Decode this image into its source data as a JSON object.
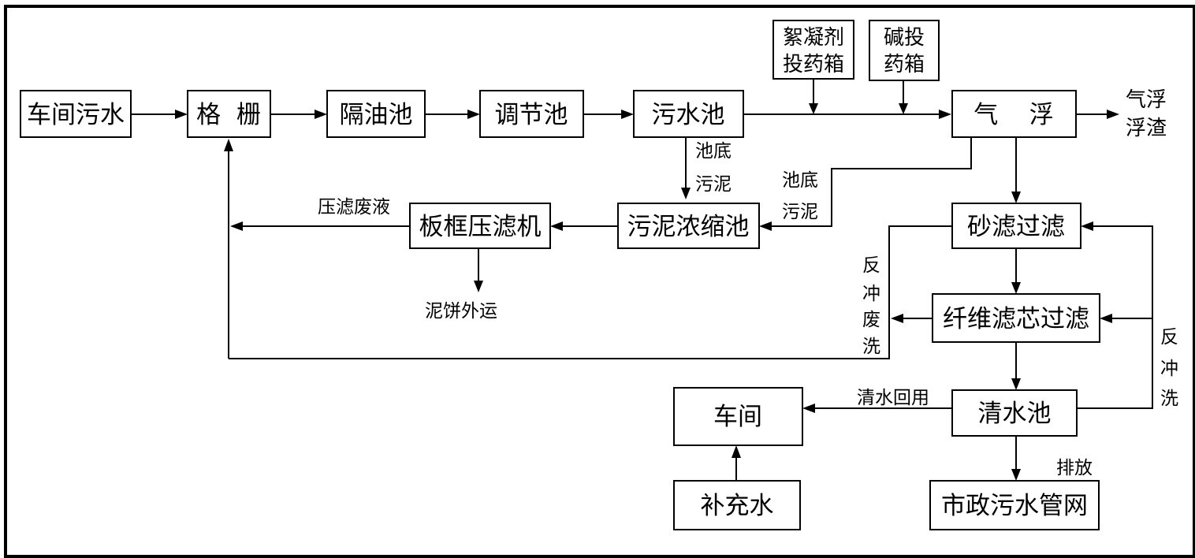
{
  "boxes": {
    "workshop_wastewater": "车间污水",
    "grille": "格  栅",
    "oil_separator": "隔油池",
    "regulating_tank": "调节池",
    "sewage_tank": "污水池",
    "flocculant_box_line1": "絮凝剂",
    "flocculant_box_line2": "投药箱",
    "alkali_box_line1": "碱投",
    "alkali_box_line2": "药箱",
    "air_flotation": "气    浮",
    "filter_press": "板框压滤机",
    "sludge_thickener": "污泥浓缩池",
    "sand_filter": "砂滤过滤",
    "fiber_filter": "纤维滤芯过滤",
    "workshop": "车间",
    "clear_water_tank": "清水池",
    "makeup_water": "补充水",
    "municipal_sewer": "市政污水管网"
  },
  "labels": {
    "flotation_scum_line1": "气浮",
    "flotation_scum_line2": "浮渣",
    "bottom_sludge_a_line1": "池底",
    "bottom_sludge_a_line2": "污泥",
    "bottom_sludge_b_line1": "池底",
    "bottom_sludge_b_line2": "污泥",
    "filtrate": "压滤废液",
    "cake_transport": "泥饼外运",
    "backwash_waste": [
      "反",
      "冲",
      "废",
      "洗"
    ],
    "backwash": [
      "反",
      "冲",
      "洗"
    ],
    "reuse": "清水回用",
    "discharge": "排放"
  }
}
